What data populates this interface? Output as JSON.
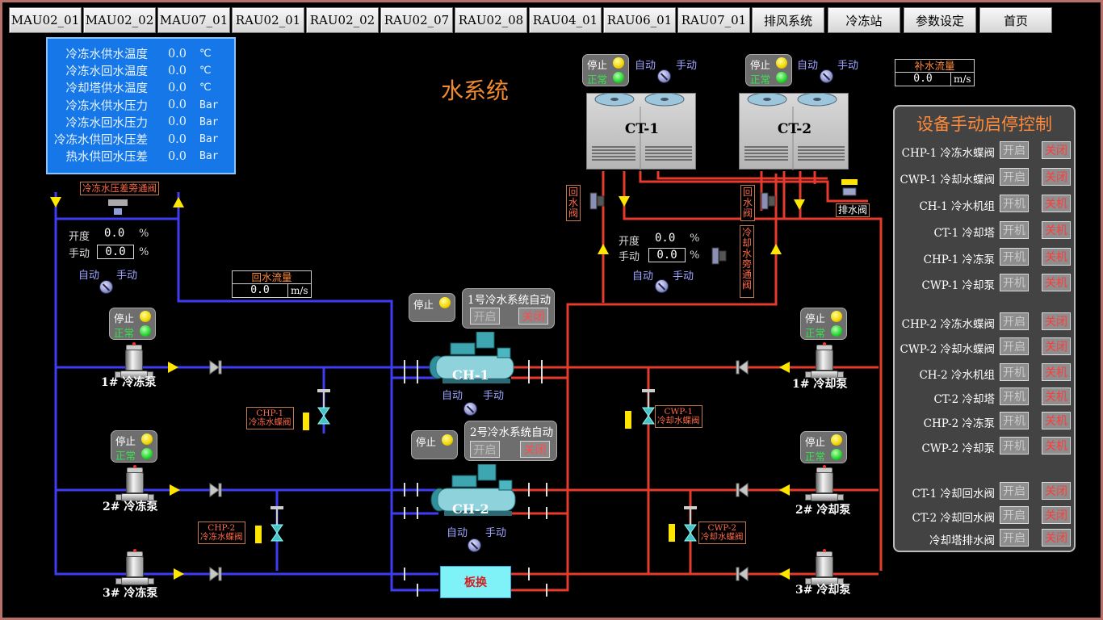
{
  "tabs": [
    "MAU02_01",
    "MAU02_02",
    "MAU07_01",
    "RAU02_01",
    "RAU02_02",
    "RAU02_07",
    "RAU02_08",
    "RAU04_01",
    "RAU06_01",
    "RAU07_01",
    "排风系统",
    "冷冻站",
    "参数设定",
    "首页"
  ],
  "title": "水系统",
  "info": [
    {
      "label": "冷冻水供水温度",
      "value": "0.0",
      "unit": "℃"
    },
    {
      "label": "冷冻水回水温度",
      "value": "0.0",
      "unit": "℃"
    },
    {
      "label": "冷却塔供水温度",
      "value": "0.0",
      "unit": "℃"
    },
    {
      "label": "冷冻水供水压力",
      "value": "0.0",
      "unit": "Bar"
    },
    {
      "label": "冷冻水回水压力",
      "value": "0.0",
      "unit": "Bar"
    },
    {
      "label": "冷冻水供回水压差",
      "value": "0.0",
      "unit": "Bar"
    },
    {
      "label": "热水供回水压差",
      "value": "0.0",
      "unit": "Bar"
    }
  ],
  "status": {
    "stop": "停止",
    "normal": "正常"
  },
  "mode": {
    "auto": "自动",
    "manual": "手动"
  },
  "bypass": {
    "name": "冷冻水压差旁通阀",
    "open_label": "开度",
    "open_value": "0.0",
    "manual_label": "手动",
    "manual_value": "0.0",
    "unit": "%"
  },
  "cw_bypass": {
    "name": "冷却水旁通阀",
    "open_label": "开度",
    "open_value": "0.0",
    "manual_label": "手动",
    "manual_value": "0.0",
    "unit": "%"
  },
  "return_flow": {
    "label": "回水流量",
    "value": "0.0",
    "unit": "m/s"
  },
  "makeup_flow": {
    "label": "补水流量",
    "value": "0.0",
    "unit": "m/s"
  },
  "towers": [
    "CT-1",
    "CT-2"
  ],
  "tower_valve": "回水阀",
  "drain_valve": "排水阀",
  "systems": [
    {
      "label": "1号冷水系统自动",
      "on": "开启",
      "off": "关闭"
    },
    {
      "label": "2号冷水系统自动",
      "on": "开启",
      "off": "关闭"
    }
  ],
  "chillers": [
    "CH-1",
    "CH-2"
  ],
  "chw_pumps": [
    "1# 冷冻泵",
    "2# 冷冻泵",
    "3# 冷冻泵"
  ],
  "cw_pumps": [
    "1# 冷却泵",
    "2# 冷却泵",
    "3# 冷却泵"
  ],
  "valve_tags": {
    "chp1": [
      "CHP-1",
      "冷冻水蝶阀"
    ],
    "chp2": [
      "CHP-2",
      "冷冻水蝶阀"
    ],
    "cwp1": [
      "CWP-1",
      "冷却水蝶阀"
    ],
    "cwp2": [
      "CWP-2",
      "冷却水蝶阀"
    ]
  },
  "heat_exchanger": "板换",
  "control": {
    "title": "设备手动启停控制",
    "rows": [
      {
        "label": "CHP-1 冷冻水蝶阀",
        "on": "开启",
        "off": "关闭"
      },
      {
        "label": "CWP-1 冷却水蝶阀",
        "on": "开启",
        "off": "关闭"
      },
      {
        "label": "CH-1 冷水机组",
        "on": "开机",
        "off": "关机"
      },
      {
        "label": "CT-1 冷却塔",
        "on": "开机",
        "off": "关机"
      },
      {
        "label": "CHP-1 冷冻泵",
        "on": "开机",
        "off": "关机"
      },
      {
        "label": "CWP-1 冷却泵",
        "on": "开机",
        "off": "关机"
      },
      {
        "label": "CHP-2 冷冻水蝶阀",
        "on": "开启",
        "off": "关闭"
      },
      {
        "label": "CWP-2 冷却水蝶阀",
        "on": "开启",
        "off": "关闭"
      },
      {
        "label": "CH-2 冷水机组",
        "on": "开机",
        "off": "关机"
      },
      {
        "label": "CT-2 冷却塔",
        "on": "开机",
        "off": "关机"
      },
      {
        "label": "CHP-2 冷冻泵",
        "on": "开机",
        "off": "关机"
      },
      {
        "label": "CWP-2 冷却泵",
        "on": "开机",
        "off": "关机"
      },
      {
        "label": "CT-1 冷却回水阀",
        "on": "开启",
        "off": "关闭"
      },
      {
        "label": "CT-2 冷却回水阀",
        "on": "开启",
        "off": "关闭"
      },
      {
        "label": "冷却塔排水阀",
        "on": "开启",
        "off": "关闭"
      }
    ]
  },
  "colors": {
    "chilled_pipe": "#3e3cf4",
    "cooling_pipe": "#e53a2d",
    "panel_blue": "#1677e8",
    "accent_orange": "#f28a2e"
  }
}
